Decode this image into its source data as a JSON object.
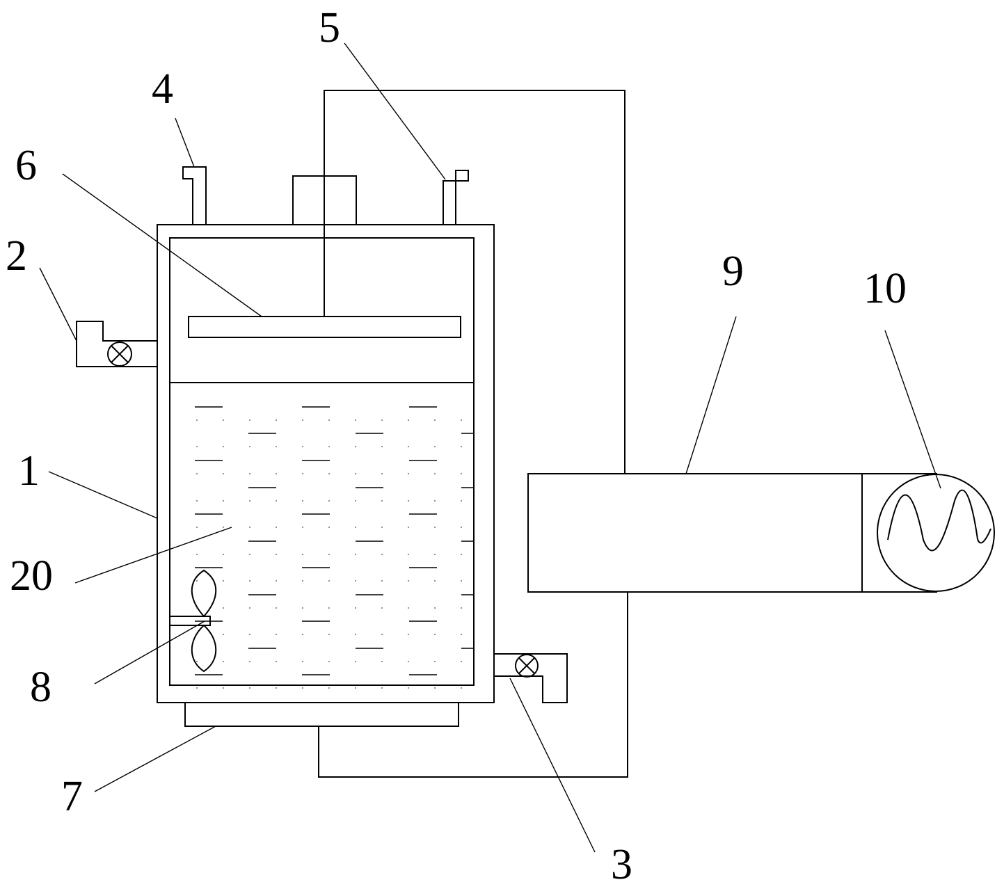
{
  "labels": {
    "l1": "1",
    "l2": "2",
    "l3": "3",
    "l4": "4",
    "l5": "5",
    "l6": "6",
    "l7": "7",
    "l8": "8",
    "l9": "9",
    "l10": "10",
    "l20": "20"
  },
  "colors": {
    "stroke": "#000000",
    "background": "#ffffff"
  },
  "icons": {
    "valve": "valve-symbol-circle-x",
    "ac_source": "ac-power-source-sine-icon"
  }
}
